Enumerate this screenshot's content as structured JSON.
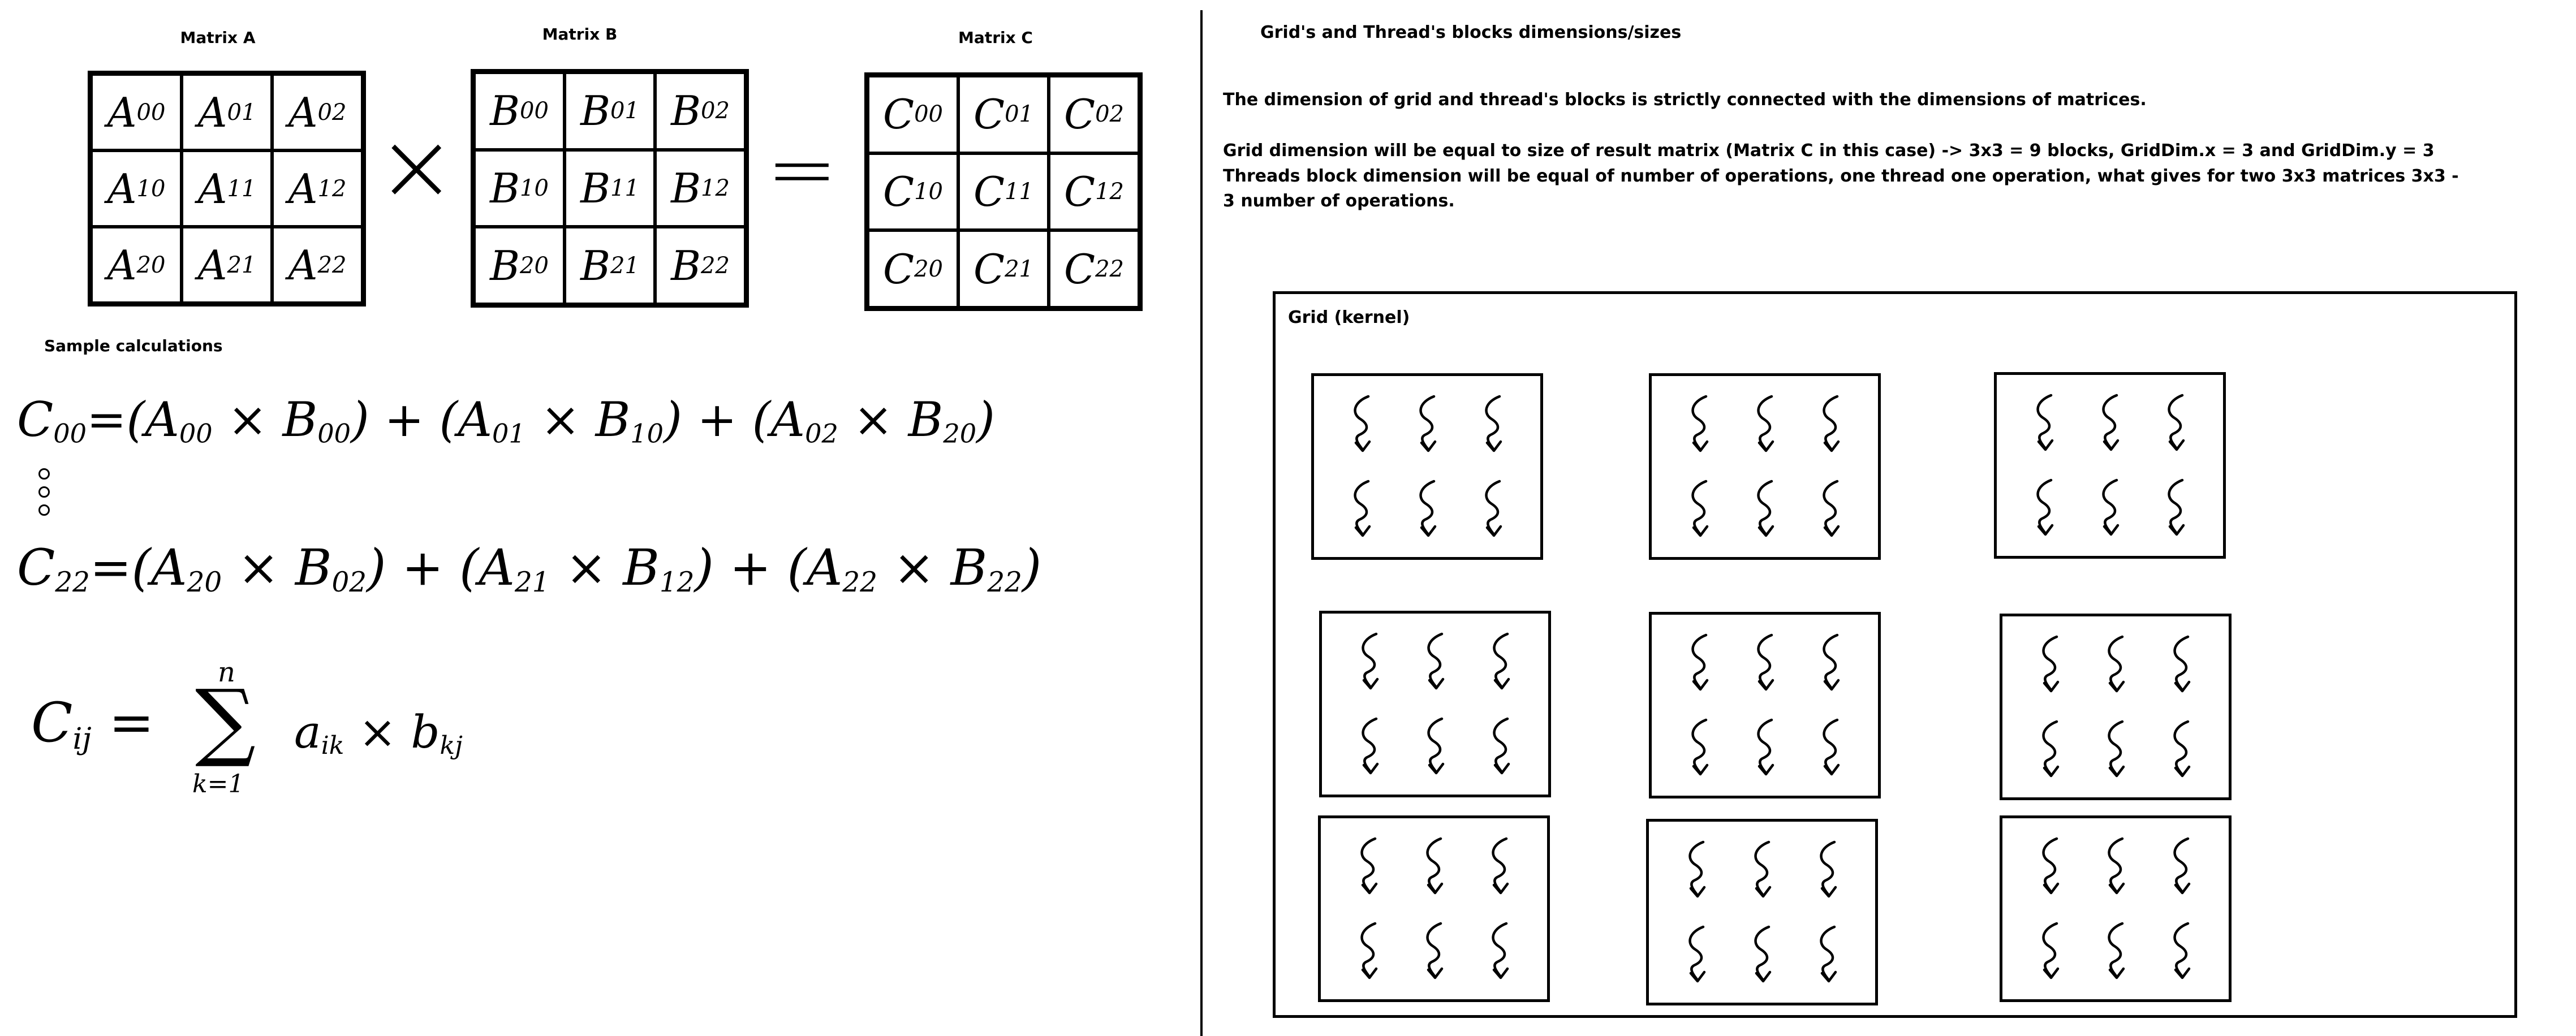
{
  "matrices": [
    {
      "title": "Matrix A",
      "letter": "A",
      "cells": [
        "00",
        "01",
        "02",
        "10",
        "11",
        "12",
        "20",
        "21",
        "22"
      ]
    },
    {
      "title": "Matrix B",
      "letter": "B",
      "cells": [
        "00",
        "01",
        "02",
        "10",
        "11",
        "12",
        "20",
        "21",
        "22"
      ]
    },
    {
      "title": "Matrix C",
      "letter": "C",
      "cells": [
        "00",
        "01",
        "02",
        "10",
        "11",
        "12",
        "20",
        "21",
        "22"
      ]
    }
  ],
  "operators": {
    "times": "×",
    "equals": "="
  },
  "sample_title": "Sample calculations",
  "formulas": {
    "c00": {
      "lhs": "C",
      "lhs_sub": "00",
      "terms": [
        [
          "A",
          "00",
          "B",
          "00"
        ],
        [
          "A",
          "01",
          "B",
          "10"
        ],
        [
          "A",
          "02",
          "B",
          "20"
        ]
      ]
    },
    "c22": {
      "lhs": "C",
      "lhs_sub": "22",
      "terms": [
        [
          "A",
          "20",
          "B",
          "02"
        ],
        [
          "A",
          "21",
          "B",
          "12"
        ],
        [
          "A",
          "22",
          "B",
          "22"
        ]
      ]
    },
    "general": {
      "lhs": "C",
      "lhs_sub": "ij",
      "sum_top": "n",
      "sum_bottom": "k=1",
      "a": "a",
      "a_sub": "ik",
      "b": "b",
      "b_sub": "kj"
    }
  },
  "right_panel": {
    "heading": "Grid's and Thread's blocks dimensions/sizes",
    "para1": "The dimension of grid and thread's blocks is strictly connected with the dimensions of matrices.",
    "para2": "Grid dimension will be equal to size of result matrix (Matrix C in this case) -> 3x3 = 9 blocks, GridDim.x = 3 and GridDim.y = 3",
    "para3": "Threads block dimension will be equal of number of operations, one thread one operation, what gives for two 3x3 matrices 3x3 - 3 number of operations.",
    "grid_title": "Grid (kernel)",
    "block_count": 9,
    "threads_per_block": 6
  }
}
